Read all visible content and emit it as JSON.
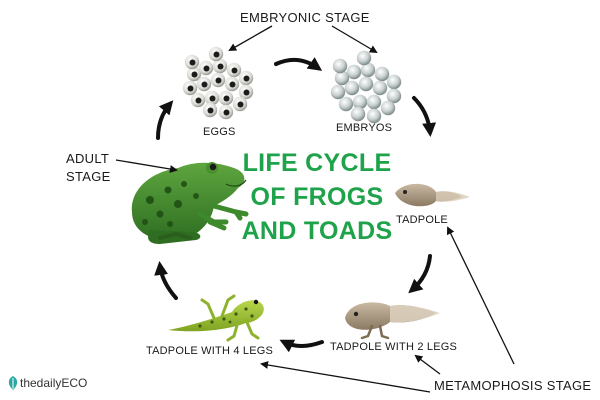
{
  "title": {
    "line1": "LIFE CYCLE",
    "line2": "OF FROGS",
    "line3": "AND TOADS"
  },
  "labels": {
    "embryonic_stage": "EMBRYONIC STAGE",
    "eggs": "EGGS",
    "embryos": "EMBRYOS",
    "tadpole": "TADPOLE",
    "tadpole_2_legs": "TADPOLE WITH 2 LEGS",
    "tadpole_4_legs": "TADPOLE WITH 4 LEGS",
    "adult_stage_line1": "ADULT",
    "adult_stage_line2": "STAGE",
    "metamorphosis_stage": "METAMOPHOSIS STAGE"
  },
  "logo": {
    "text": "thedailyECO",
    "icon": "leaf-icon",
    "color": "#2aa7a0"
  },
  "colors": {
    "title_green": "#1fa34a",
    "frog_green": "#3c8a2c",
    "arrow": "#111111"
  }
}
